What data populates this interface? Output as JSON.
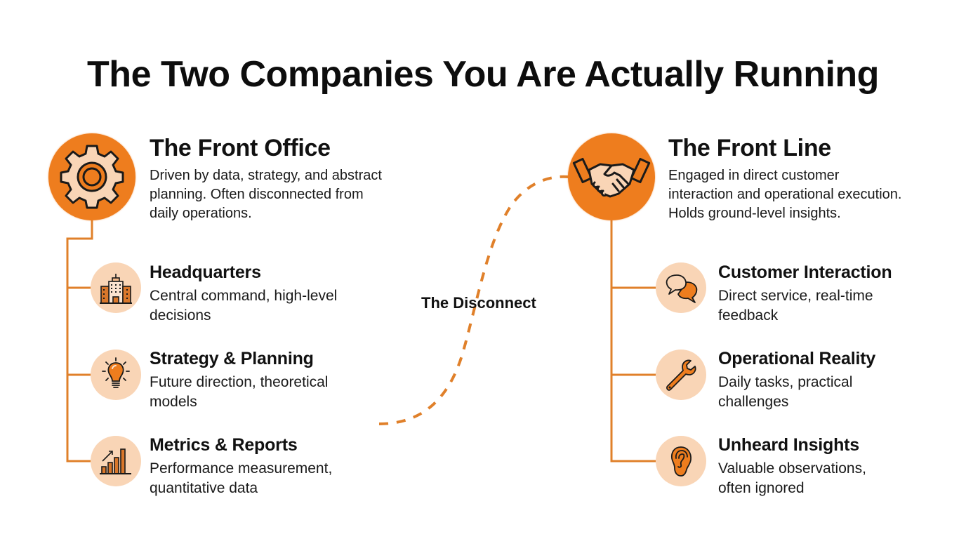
{
  "title": "The Two Companies You Are Actually Running",
  "colors": {
    "accent": "#ee7d1e",
    "accent_light": "#f9d5b6",
    "text": "#111111",
    "background": "#ffffff"
  },
  "left": {
    "icon": "gear-icon",
    "heading": "The Front Office",
    "description_lines": [
      "Driven by data, strategy, and abstract",
      "planning. Often disconnected from",
      "daily operations."
    ],
    "items": [
      {
        "icon": "building-icon",
        "title": "Headquarters",
        "lines": [
          "Central command, high-level",
          "decisions"
        ]
      },
      {
        "icon": "lightbulb-icon",
        "title": "Strategy & Planning",
        "lines": [
          "Future direction, theoretical",
          "models"
        ]
      },
      {
        "icon": "bar-chart-icon",
        "title": "Metrics & Reports",
        "lines": [
          "Performance measurement,",
          "quantitative data"
        ]
      }
    ]
  },
  "right": {
    "icon": "handshake-icon",
    "heading": "The Front Line",
    "description_lines": [
      "Engaged in direct customer",
      "interaction and operational execution.",
      "Holds ground-level insights."
    ],
    "items": [
      {
        "icon": "chat-bubbles-icon",
        "title": "Customer Interaction",
        "lines": [
          "Direct service, real-time",
          "feedback"
        ]
      },
      {
        "icon": "wrench-icon",
        "title": "Operational Reality",
        "lines": [
          "Daily tasks, practical",
          "challenges"
        ]
      },
      {
        "icon": "ear-icon",
        "title": "Unheard Insights",
        "lines": [
          "Valuable observations,",
          "often ignored"
        ]
      }
    ]
  },
  "connector": {
    "label": "The Disconnect",
    "style": "dashed-curve"
  }
}
